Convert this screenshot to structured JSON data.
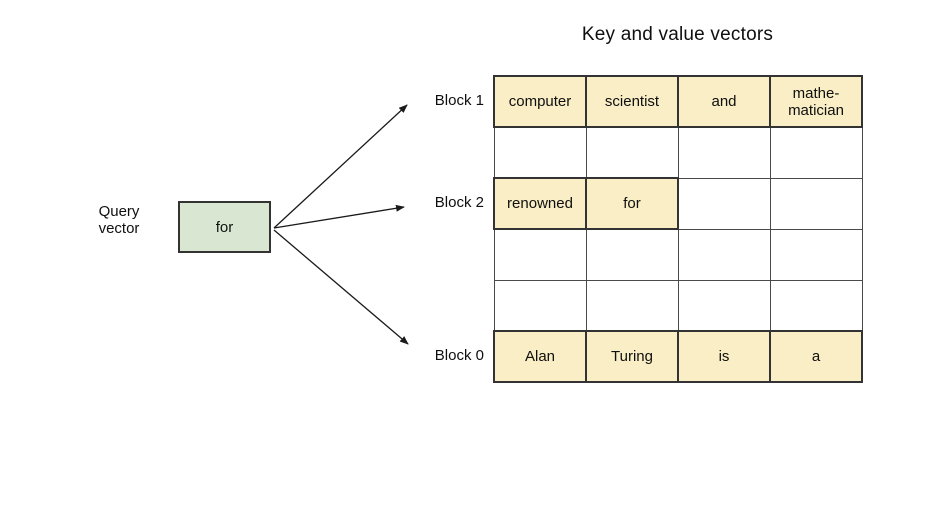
{
  "title": "Key and value vectors",
  "query_vector": {
    "label": "Query\nvector",
    "token": "for"
  },
  "block_labels": [
    {
      "label": "Block 1"
    },
    {
      "label": "Block 2"
    },
    {
      "label": "Block 0"
    }
  ],
  "kv_table": {
    "rows": [
      {
        "cells": [
          "computer",
          "scientist",
          "and",
          "mathe-\nmatician"
        ],
        "highlight": [
          true,
          true,
          true,
          true
        ]
      },
      {
        "cells": [
          "",
          "",
          "",
          ""
        ],
        "highlight": [
          false,
          false,
          false,
          false
        ]
      },
      {
        "cells": [
          "renowned",
          "for",
          "",
          ""
        ],
        "highlight": [
          true,
          true,
          false,
          false
        ]
      },
      {
        "cells": [
          "",
          "",
          "",
          ""
        ],
        "highlight": [
          false,
          false,
          false,
          false
        ]
      },
      {
        "cells": [
          "",
          "",
          "",
          ""
        ],
        "highlight": [
          false,
          false,
          false,
          false
        ]
      },
      {
        "cells": [
          "Alan",
          "Turing",
          "is",
          "a"
        ],
        "highlight": [
          true,
          true,
          true,
          true
        ]
      }
    ]
  },
  "colors": {
    "highlight_fill": "#F9EEC5",
    "query_box_fill": "#D9E7D2",
    "border": "#333333",
    "arrow": "#1a1a1a"
  }
}
